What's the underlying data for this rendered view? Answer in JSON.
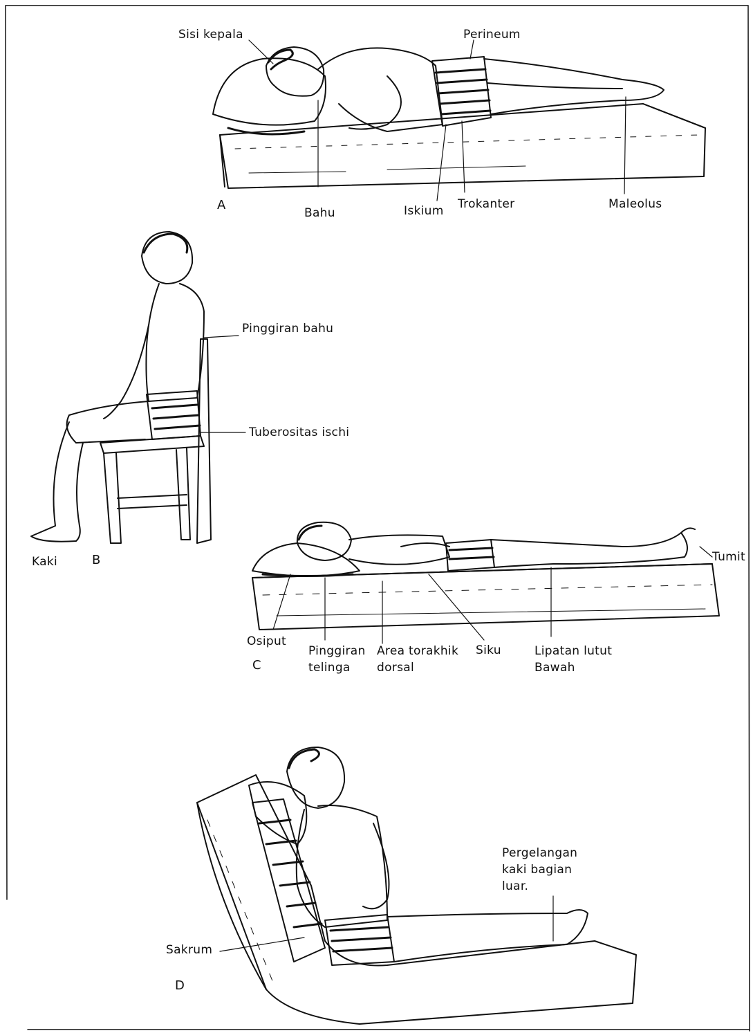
{
  "panels": {
    "A": {
      "letter": "A",
      "labels": {
        "head_side": "Sisi kepala",
        "perineum": "Perineum",
        "shoulder": "Bahu",
        "ischium": "Iskium",
        "trochanter": "Trokanter",
        "malleolus": "Maleolus"
      }
    },
    "B": {
      "letter": "B",
      "labels": {
        "shoulder_edge": "Pinggiran bahu",
        "ischial_tuberosity": "Tuberositas ischi",
        "feet": "Kaki"
      }
    },
    "C": {
      "letter": "C",
      "labels": {
        "occiput": "Osiput",
        "ear_edge": "Pinggiran telinga",
        "dorsal_thoracic": "Area torakhik dorsal",
        "elbow": "Siku",
        "knee_fold": "Lipatan lutut Bawah",
        "heel": "Tumit"
      }
    },
    "D": {
      "letter": "D",
      "labels": {
        "sacrum": "Sakrum",
        "outer_ankle": "Pergelangan kaki bagian luar."
      }
    }
  },
  "colors": {
    "ink": "#111111",
    "paper": "#ffffff"
  }
}
